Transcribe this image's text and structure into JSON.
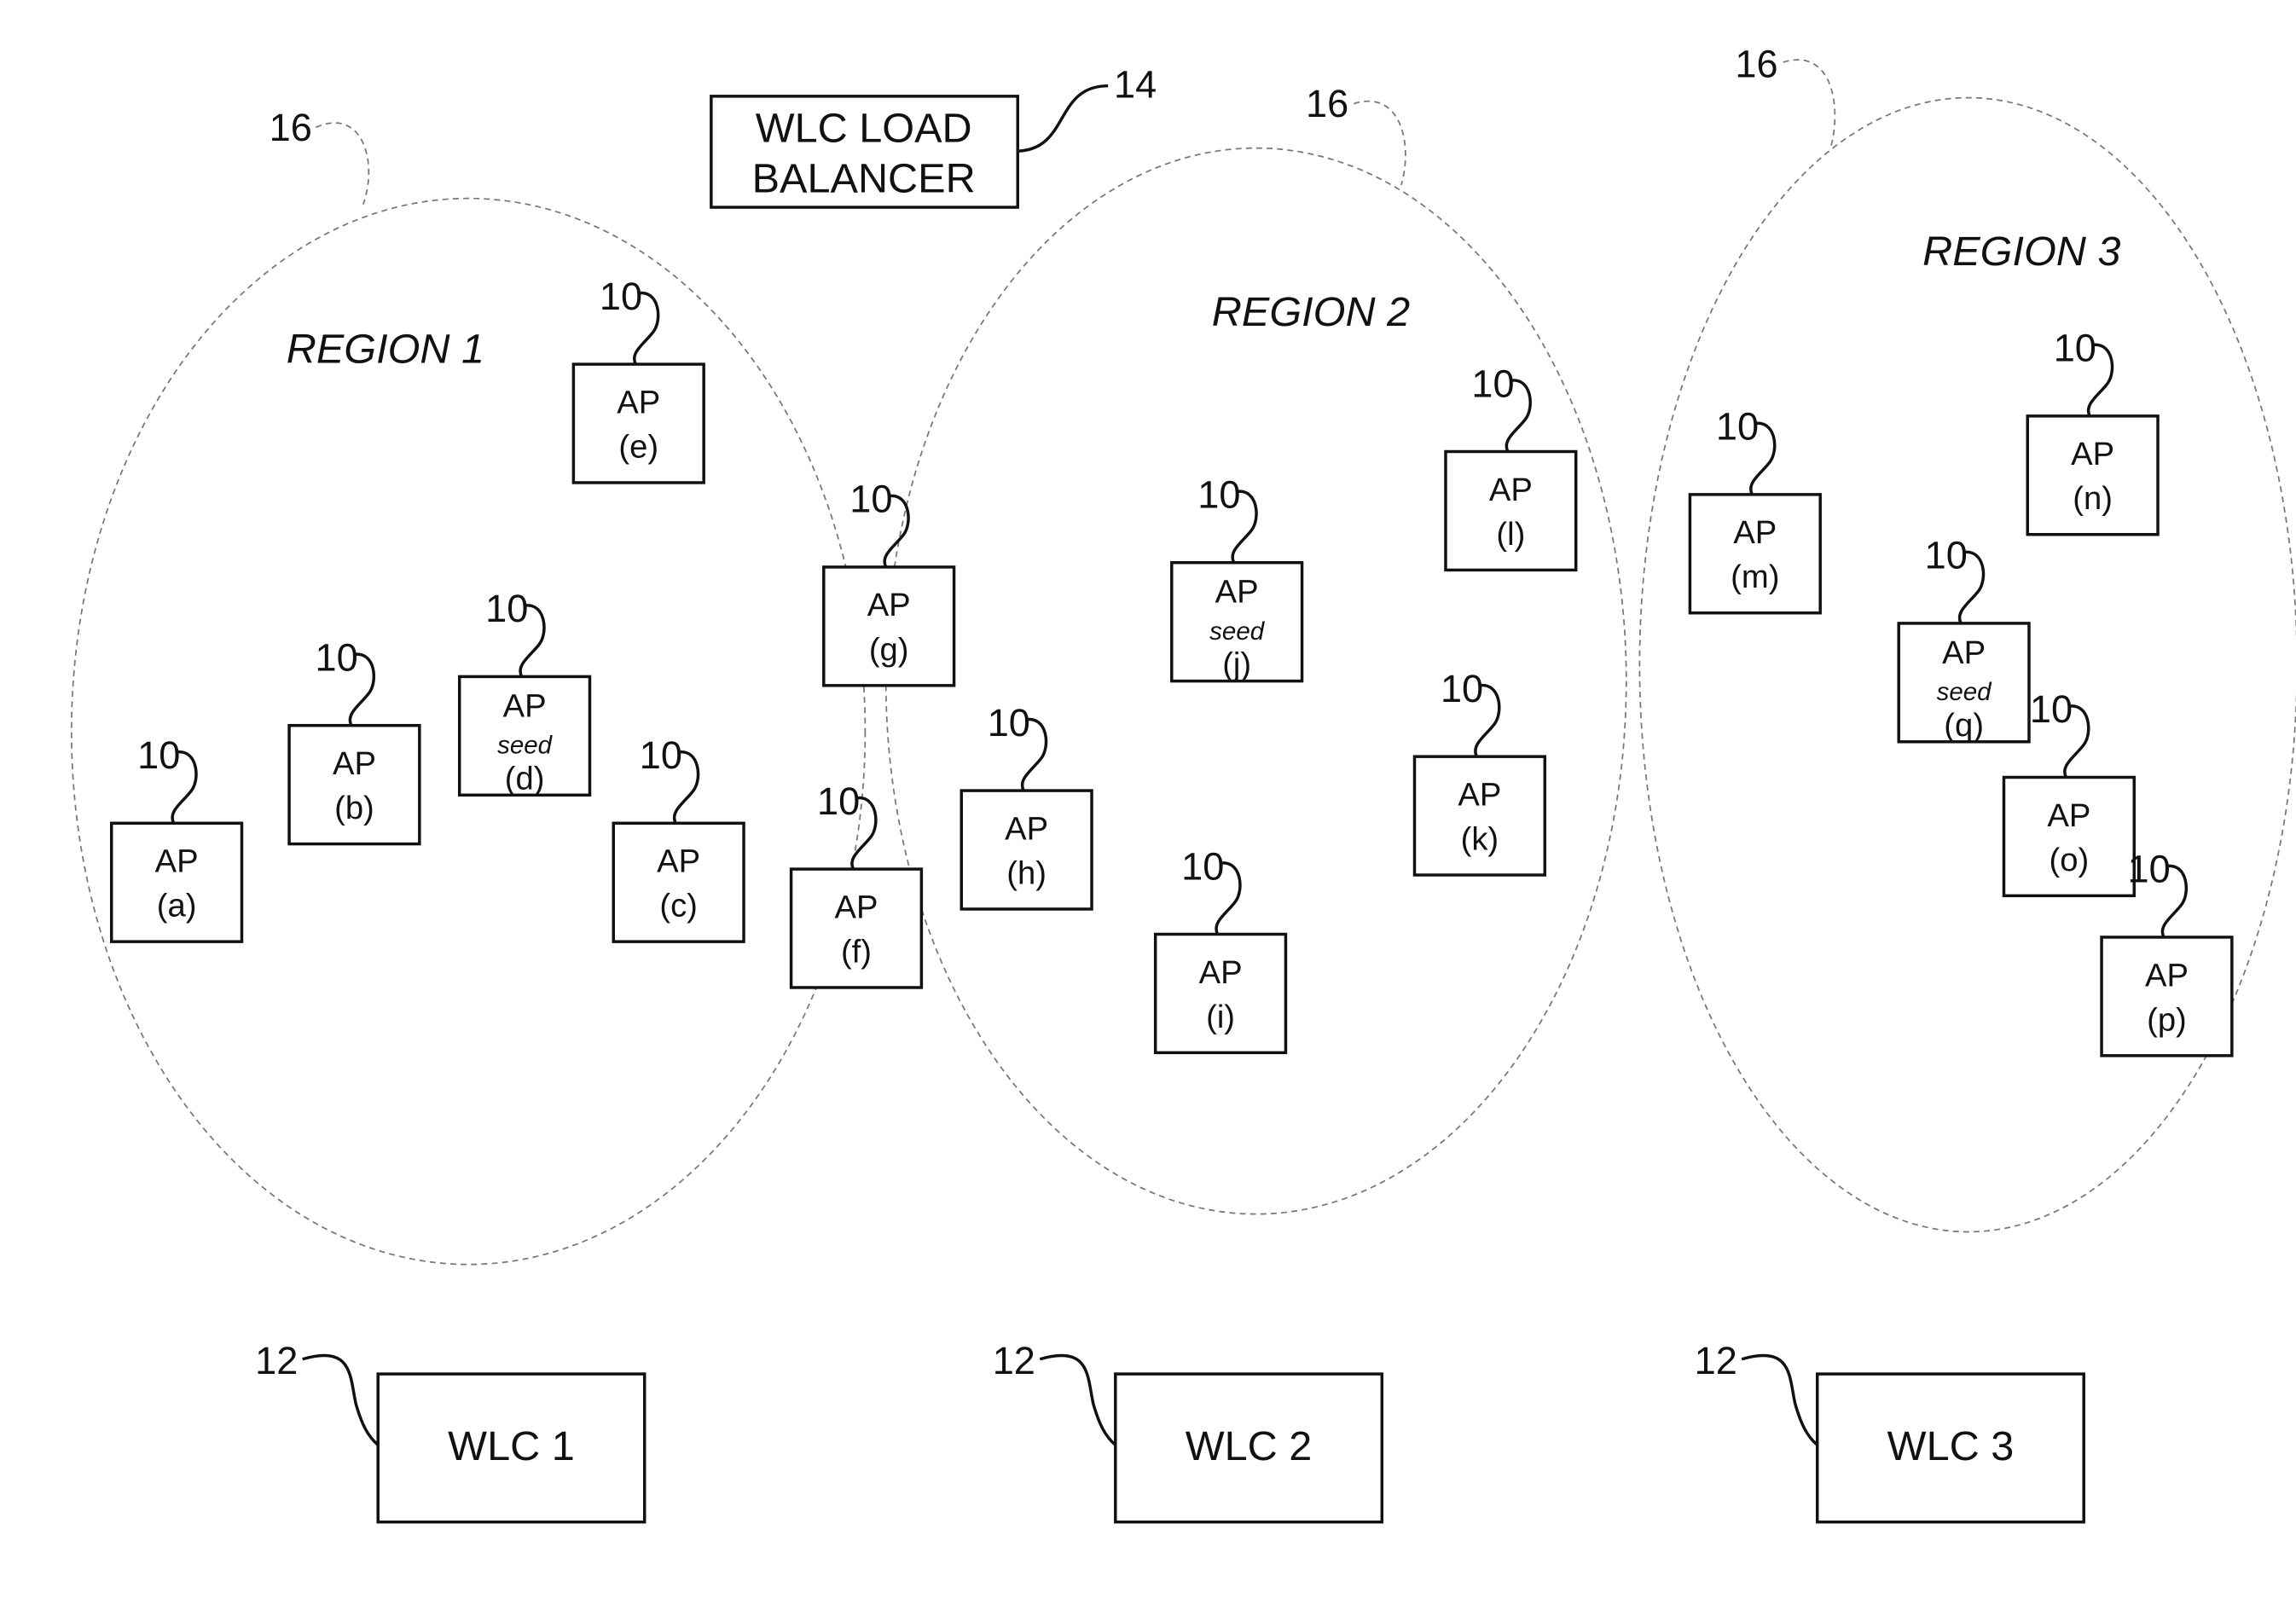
{
  "load_balancer": {
    "line1": "WLC LOAD",
    "line2": "BALANCER",
    "ref": "14"
  },
  "regions": [
    {
      "label": "REGION 1",
      "ref": "16"
    },
    {
      "label": "REGION 2",
      "ref": "16"
    },
    {
      "label": "REGION 3",
      "ref": "16"
    }
  ],
  "access_points": [
    {
      "id": "a",
      "title": "AP",
      "seed": "",
      "letter": "(a)",
      "ref": "10"
    },
    {
      "id": "b",
      "title": "AP",
      "seed": "",
      "letter": "(b)",
      "ref": "10"
    },
    {
      "id": "d",
      "title": "AP",
      "seed": "seed",
      "letter": "(d)",
      "ref": "10"
    },
    {
      "id": "e",
      "title": "AP",
      "seed": "",
      "letter": "(e)",
      "ref": "10"
    },
    {
      "id": "c",
      "title": "AP",
      "seed": "",
      "letter": "(c)",
      "ref": "10"
    },
    {
      "id": "g",
      "title": "AP",
      "seed": "",
      "letter": "(g)",
      "ref": "10"
    },
    {
      "id": "f",
      "title": "AP",
      "seed": "",
      "letter": "(f)",
      "ref": "10"
    },
    {
      "id": "h",
      "title": "AP",
      "seed": "",
      "letter": "(h)",
      "ref": "10"
    },
    {
      "id": "j",
      "title": "AP",
      "seed": "seed",
      "letter": "(j)",
      "ref": "10"
    },
    {
      "id": "i",
      "title": "AP",
      "seed": "",
      "letter": "(i)",
      "ref": "10"
    },
    {
      "id": "l",
      "title": "AP",
      "seed": "",
      "letter": "(l)",
      "ref": "10"
    },
    {
      "id": "k",
      "title": "AP",
      "seed": "",
      "letter": "(k)",
      "ref": "10"
    },
    {
      "id": "m",
      "title": "AP",
      "seed": "",
      "letter": "(m)",
      "ref": "10"
    },
    {
      "id": "n",
      "title": "AP",
      "seed": "",
      "letter": "(n)",
      "ref": "10"
    },
    {
      "id": "q",
      "title": "AP",
      "seed": "seed",
      "letter": "(q)",
      "ref": "10"
    },
    {
      "id": "o",
      "title": "AP",
      "seed": "",
      "letter": "(o)",
      "ref": "10"
    },
    {
      "id": "p",
      "title": "AP",
      "seed": "",
      "letter": "(p)",
      "ref": "10"
    }
  ],
  "controllers": [
    {
      "label": "WLC 1",
      "ref": "12"
    },
    {
      "label": "WLC 2",
      "ref": "12"
    },
    {
      "label": "WLC 3",
      "ref": "12"
    }
  ],
  "colors": {
    "stroke": "#111111",
    "region_outline": "#777777",
    "background": "#ffffff"
  }
}
